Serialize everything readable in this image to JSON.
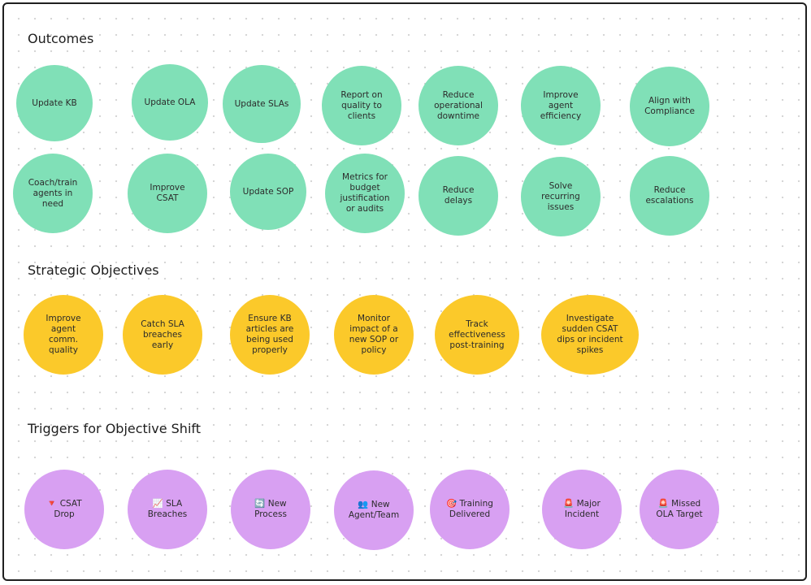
{
  "sections": {
    "outcomes": {
      "title": "Outcomes",
      "color": "#80e0b7",
      "items": [
        {
          "label": "Update KB"
        },
        {
          "label": "Update OLA"
        },
        {
          "label": "Update SLAs"
        },
        {
          "label": "Report on\nquality to\nclients"
        },
        {
          "label": "Reduce\noperational\ndowntime"
        },
        {
          "label": "Improve\nagent\nefficiency"
        },
        {
          "label": "Align with\nCompliance"
        },
        {
          "label": "Coach/train\nagents in\nneed"
        },
        {
          "label": "Improve\nCSAT"
        },
        {
          "label": "Update SOP"
        },
        {
          "label": "Metrics for\nbudget\njustification\nor audits"
        },
        {
          "label": "Reduce\ndelays"
        },
        {
          "label": "Solve\nrecurring\nissues"
        },
        {
          "label": "Reduce\nescalations"
        }
      ]
    },
    "strategic": {
      "title": "Strategic Objectives",
      "color": "#fbc92a",
      "items": [
        {
          "label": "Improve\nagent\ncomm.\nquality"
        },
        {
          "label": "Catch SLA\nbreaches\nearly"
        },
        {
          "label": "Ensure KB\narticles are\nbeing used\nproperly"
        },
        {
          "label": "Monitor\nimpact of a\nnew SOP or\npolicy"
        },
        {
          "label": "Track\neffectiveness\npost-training"
        },
        {
          "label": "Investigate\nsudden CSAT\ndips or incident\nspikes"
        }
      ]
    },
    "triggers": {
      "title": "Triggers for Objective Shift",
      "color": "#d8a0f2",
      "items": [
        {
          "label": "🔻 CSAT\nDrop"
        },
        {
          "label": "📈 SLA\nBreaches"
        },
        {
          "label": "🔄 New\nProcess"
        },
        {
          "label": "👥 New\nAgent/Team"
        },
        {
          "label": "🎯 Training\nDelivered"
        },
        {
          "label": "🚨 Major\nIncident"
        },
        {
          "label": "🚨 Missed\nOLA Target"
        }
      ]
    }
  }
}
